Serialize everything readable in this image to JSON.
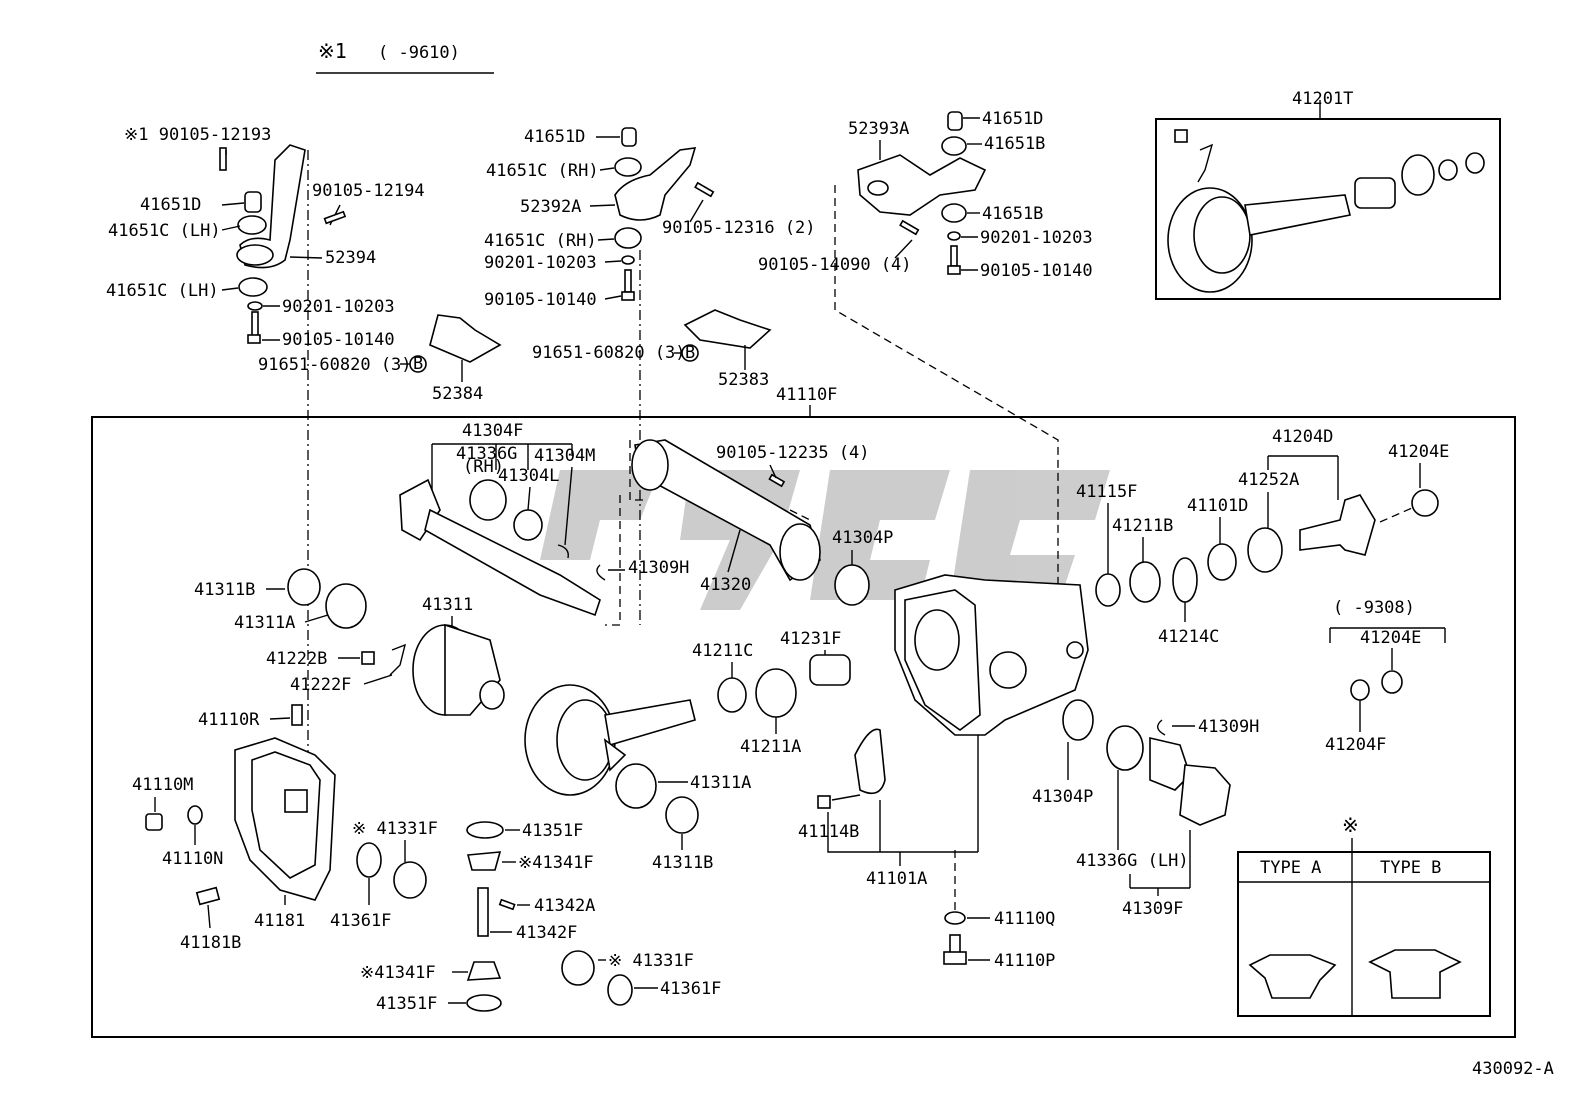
{
  "title": {
    "mark": "※1",
    "range": "(     -9610)"
  },
  "figure_id": "430092-A",
  "variant_box": {
    "mark": "※",
    "type_a": "TYPE A",
    "type_b": "TYPE B"
  },
  "variant_note": {
    "range": "(     -9308)",
    "part": "41204E"
  },
  "labels": {
    "x1_90105_12193": "※1 90105-12193",
    "p41651D_left": "41651D",
    "p41651C_lh1": "41651C (LH)",
    "p90105_12194": "90105-12194",
    "p52394": "52394",
    "p41651C_lh2": "41651C (LH)",
    "p90201_10203_left": "90201-10203",
    "p90105_10140_left": "90105-10140",
    "p91651_60820_left": "91651-60820 (3)",
    "p52384": "52384",
    "p41651D_mid": "41651D",
    "p41651C_rh1": "41651C (RH)",
    "p52392A": "52392A",
    "p90105_12316": "90105-12316 (2)",
    "p41651C_rh2": "41651C (RH)",
    "p90201_10203_mid": "90201-10203",
    "p90105_10140_mid": "90105-10140",
    "p91651_60820_mid": "91651-60820 (3)",
    "p52383": "52383",
    "p52393A": "52393A",
    "p41651D_r": "41651D",
    "p41651B_r1": "41651B",
    "p41651B_r2": "41651B",
    "p90201_10203_r": "90201-10203",
    "p90105_14090": "90105-14090 (4)",
    "p90105_10140_r": "90105-10140",
    "p41201T": "41201T",
    "p41110F": "41110F",
    "p41304F": "41304F",
    "p41336G": "41336G",
    "p41336G_rh": "(RH)",
    "p41304M": "41304M",
    "p41304L": "41304L",
    "p90105_12235": "90105-12235 (4)",
    "p41309H_top": "41309H",
    "p41320": "41320",
    "p41304P_top": "41304P",
    "p41115F": "41115F",
    "p41211B": "41211B",
    "p41101D": "41101D",
    "p41252A": "41252A",
    "p41204D": "41204D",
    "p41204E": "41204E",
    "p41214C": "41214C",
    "p41204F": "41204F",
    "p41311B_top": "41311B",
    "p41311A_top": "41311A",
    "p41311": "41311",
    "p41222B": "41222B",
    "p41222F": "41222F",
    "p41110R": "41110R",
    "p41211C": "41211C",
    "p41231F": "41231F",
    "p41211A": "41211A",
    "p41311A_mid": "41311A",
    "p41311B_mid": "41311B",
    "p41110M": "41110M",
    "p41110N": "41110N",
    "p41181": "41181",
    "p41181B": "41181B",
    "p41331F_left": "※ 41331F",
    "p41361F_left": "41361F",
    "p41351F_top": "41351F",
    "p41341F_top": "※41341F",
    "p41342A": "41342A",
    "p41342F": "41342F",
    "p41341F_bot": "※41341F",
    "p41351F_bot": "41351F",
    "p41331F_mid": "※ 41331F",
    "p41361F_mid": "41361F",
    "p41114B": "41114B",
    "p41101A": "41101A",
    "p41110Q": "41110Q",
    "p41110P": "41110P",
    "p41304P_bot": "41304P",
    "p41309H_bot": "41309H",
    "p41336G_lh": "41336G (LH)",
    "p41309F": "41309F"
  }
}
